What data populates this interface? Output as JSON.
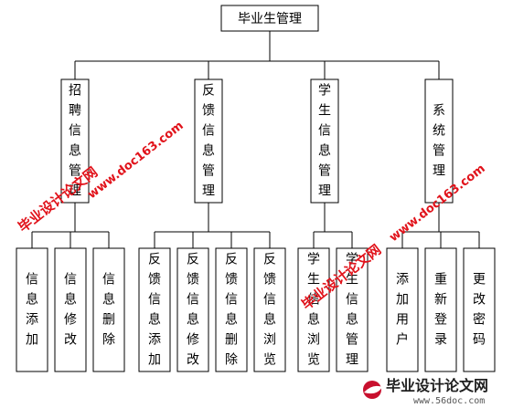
{
  "diagram": {
    "root": {
      "id": "root",
      "label": "毕业生管理"
    },
    "branches": [
      {
        "id": "recruit",
        "label": "招聘信息管理",
        "children": [
          {
            "id": "r1",
            "label": "信息添加"
          },
          {
            "id": "r2",
            "label": "信息修改"
          },
          {
            "id": "r3",
            "label": "信息删除"
          }
        ]
      },
      {
        "id": "feedback",
        "label": "反馈信息管理",
        "children": [
          {
            "id": "f1",
            "label": "反馈信息添加"
          },
          {
            "id": "f2",
            "label": "反馈信息修改"
          },
          {
            "id": "f3",
            "label": "反馈信息删除"
          },
          {
            "id": "f4",
            "label": "反馈信息浏览"
          }
        ]
      },
      {
        "id": "student",
        "label": "学生信息管理",
        "children": [
          {
            "id": "s1",
            "label": "学生信息浏览"
          },
          {
            "id": "s2",
            "label": "学生信息管理"
          }
        ]
      },
      {
        "id": "system",
        "label": "系统管理",
        "children": [
          {
            "id": "y1",
            "label": "添加用户"
          },
          {
            "id": "y2",
            "label": "重新登录"
          },
          {
            "id": "y3",
            "label": "更改密码"
          }
        ]
      }
    ]
  },
  "watermarks": [
    {
      "text": "毕业设计论文网"
    },
    {
      "text": "www.doc163.com"
    },
    {
      "text": "毕业设计论文网"
    },
    {
      "text": "www.doc163.com"
    }
  ],
  "logo": {
    "title": "毕业设计论文网",
    "url": "www.56doc.com"
  }
}
